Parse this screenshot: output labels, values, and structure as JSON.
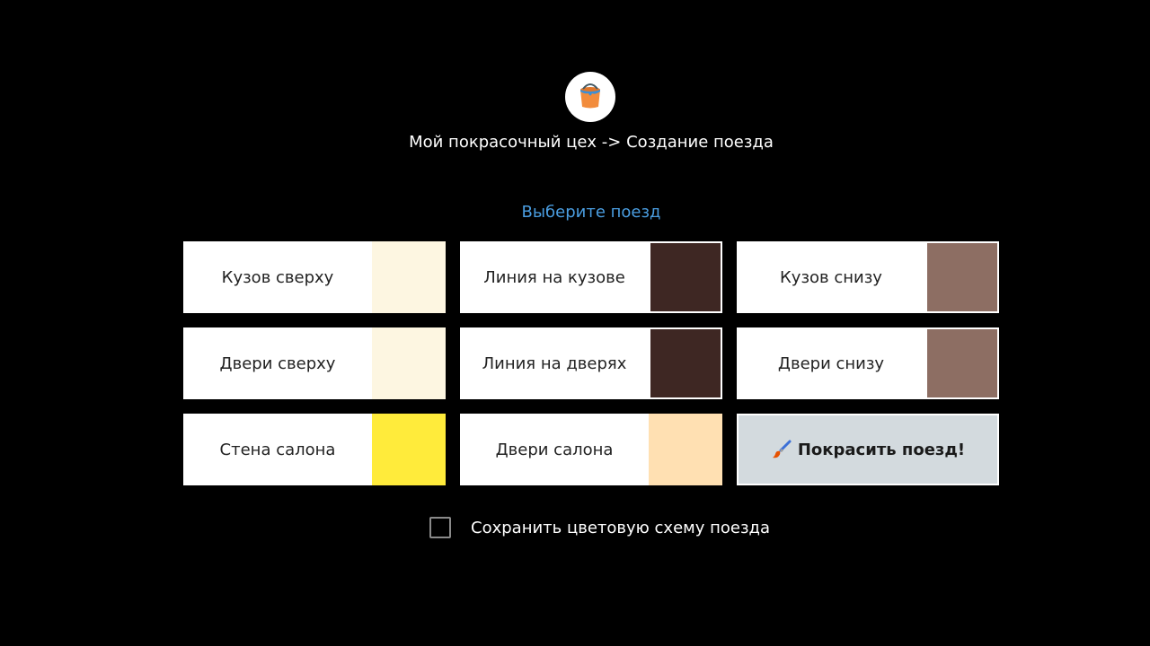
{
  "header": {
    "logo_icon": "paint-bucket-icon",
    "breadcrumb": "Мой покрасочный цех -> Создание поезда"
  },
  "section_title": "Выберите поезд",
  "colors": {
    "accent": "#4a9de0",
    "background": "#000000"
  },
  "tiles": [
    {
      "label": "Кузов сверху",
      "color": "#fdf6e1"
    },
    {
      "label": "Линия на кузове",
      "color": "#3e2723"
    },
    {
      "label": "Кузов снизу",
      "color": "#8d6e63"
    },
    {
      "label": "Двери сверху",
      "color": "#fdf6e1"
    },
    {
      "label": "Линия на дверях",
      "color": "#3e2723"
    },
    {
      "label": "Двери снизу",
      "color": "#8d6e63"
    },
    {
      "label": "Стена салона",
      "color": "#ffeb3b"
    },
    {
      "label": "Двери салона",
      "color": "#ffe0b2"
    }
  ],
  "paint_button": {
    "label": "Покрасить поезд!",
    "icon": "paintbrush-icon"
  },
  "save_option": {
    "label": "Сохранить цветовую схему поезда",
    "checked": false
  }
}
